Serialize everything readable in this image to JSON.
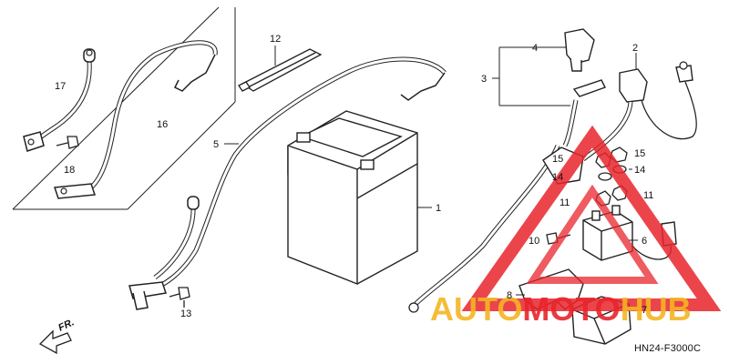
{
  "diagram": {
    "code": "HN24-F3000C",
    "direction_label": "FR.",
    "parts": {
      "p1": "1",
      "p2": "2",
      "p3": "3",
      "p4": "4",
      "p5": "5",
      "p6": "6",
      "p7": "7",
      "p8": "8",
      "p10": "10",
      "p11a": "11",
      "p11b": "11",
      "p12": "12",
      "p13": "13",
      "p14a": "14",
      "p14b": "14",
      "p15a": "15",
      "p15b": "15",
      "p16": "16",
      "p17": "17",
      "p18": "18"
    }
  },
  "watermark": {
    "word1": "AUTO",
    "word2": "MOTO",
    "word3": "HUB",
    "colors": {
      "red": "#e8242c",
      "yellow": "#f4b523"
    }
  }
}
